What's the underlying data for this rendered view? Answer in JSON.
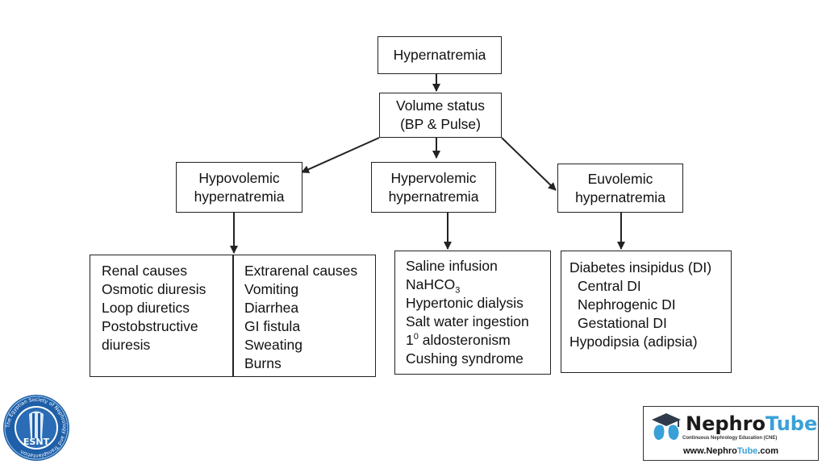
{
  "diagram": {
    "root": "Hypernatremia",
    "volume_status": {
      "line1": "Volume status",
      "line2": "(BP & Pulse)"
    },
    "hypovolemic": {
      "line1": "Hypovolemic",
      "line2": "hypernatremia"
    },
    "hypervolemic": {
      "line1": "Hypervolemic",
      "line2": "hypernatremia"
    },
    "euvolemic": {
      "line1": "Euvolemic",
      "line2": "hypernatremia"
    },
    "renal_causes": [
      "Renal causes",
      "Osmotic diuresis",
      "Loop diuretics",
      "Postobstructive",
      "diuresis"
    ],
    "extrarenal_causes": [
      "Extrarenal causes",
      "Vomiting",
      "Diarrhea",
      "GI fistula",
      "Sweating",
      "Burns"
    ],
    "hypervolemic_causes": {
      "saline": "Saline infusion",
      "nahco3": {
        "base": "NaHCO",
        "sub": "3"
      },
      "dialysis": "Hypertonic dialysis",
      "salt_water": "Salt water ingestion",
      "aldo": {
        "num": "1",
        "sup": "0",
        "text": " aldosteronism"
      },
      "cushing": "Cushing syndrome"
    },
    "euvolemic_causes": {
      "di": "Diabetes insipidus (DI)",
      "central": "Central DI",
      "nephrogenic": "Nephrogenic DI",
      "gestational": "Gestational DI",
      "hypodipsia": "Hypodipsia (adipsia)"
    }
  },
  "logos": {
    "esnt": {
      "initials": "ESNT",
      "ring_text": "The Egyptian Society of Nephrology and Transplantation"
    },
    "nephrotube": {
      "name_part1": "Nephro",
      "name_part2": "Tube",
      "subtitle": "Continuous Nephrology Education (CNE)",
      "url_part1": "www.",
      "url_part2": "Nephro",
      "url_part3": "Tube",
      "url_part4": ".com"
    }
  },
  "colors": {
    "line": "#222222",
    "esnt_blue": "#1f5fa8",
    "nephrotube_blue": "#3aa0d8"
  }
}
